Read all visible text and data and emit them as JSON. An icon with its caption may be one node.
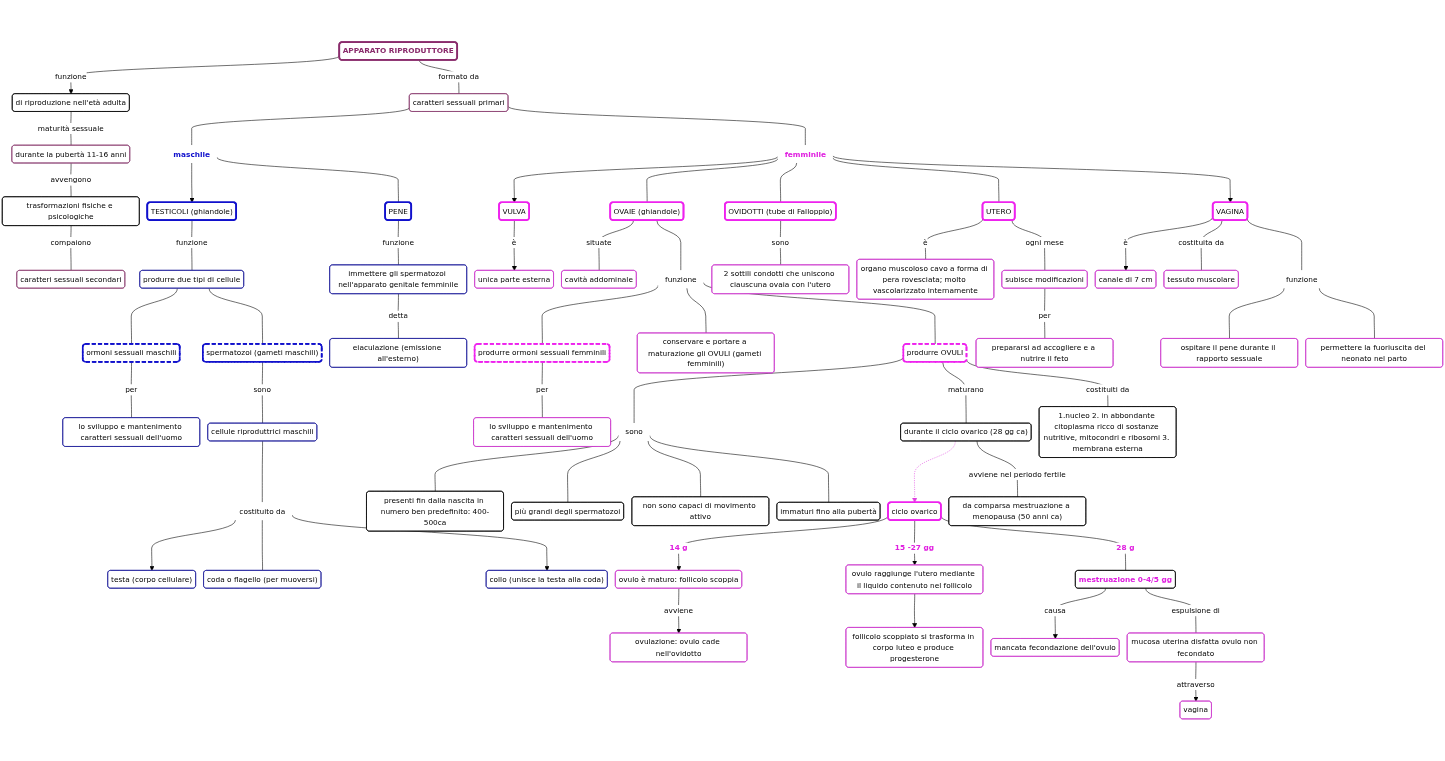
{
  "diagram": {
    "nodes": [
      {
        "text": [
          "APPARATO RIPRODUTTORE"
        ]
      },
      {
        "text": [
          "di riproduzione nell'età adulta"
        ]
      },
      {
        "text": [
          "durante la pubertà 11-16 anni"
        ]
      },
      {
        "text": [
          "trasformazioni fisiche e psicologiche"
        ]
      },
      {
        "text": [
          "caratteri sessuali secondari"
        ]
      },
      {
        "text": [
          "caratteri sessuali primari"
        ]
      },
      {
        "text": [
          "femminile"
        ]
      },
      {
        "text": [
          "VULVA"
        ]
      },
      {
        "text": [
          "unica parte esterna"
        ]
      },
      {
        "text": [
          "maschile"
        ]
      },
      {
        "text": [
          "TESTICOLI (ghiandole)"
        ]
      },
      {
        "text": [
          "PENE"
        ]
      },
      {
        "text": [
          "OVAIE (ghiandole)"
        ]
      },
      {
        "text": [
          "OVIDOTTI (tube di Falloppio)"
        ]
      },
      {
        "text": [
          "VAGINA"
        ]
      },
      {
        "text": [
          "canale di 7 cm"
        ]
      },
      {
        "text": [
          "UTERO"
        ]
      },
      {
        "text": [
          "tessuto muscolare"
        ]
      },
      {
        "text": [
          "funzione"
        ]
      },
      {
        "text": [
          "cavità addominale"
        ]
      },
      {
        "text": [
          "2 sottili condotti che uniscono ciauscuna ovaia con l'utero"
        ]
      },
      {
        "text": [
          "subisce modificazioni"
        ]
      },
      {
        "text": [
          "ospitare il pene durante il rapporto sessuale"
        ]
      },
      {
        "text": [
          "immettere gli spermatozoi nell'apparato genitale femminile"
        ]
      },
      {
        "text": [
          "funzione"
        ]
      },
      {
        "text": [
          "organo muscoloso cavo a forma di pera rovesciata; molto vascolarizzato internamente"
        ]
      },
      {
        "text": [
          "permettere la fuoriuscita del neonato nel parto"
        ]
      },
      {
        "text": [
          "produrre due tipi di cellule"
        ]
      },
      {
        "text": [
          "eiaculazione (emissione all'esterno)"
        ]
      },
      {
        "text": [
          "produrre ormoni sessuali femminili"
        ]
      },
      {
        "text": [
          "produrre OVULI"
        ]
      },
      {
        "text": [
          "conservare e portare a maturazione gli OVULI (gameti femminili)"
        ]
      },
      {
        "text": [
          "prepararsi ad accogliere e a nutrire il feto"
        ]
      },
      {
        "text": [
          "ormoni sessuali maschili"
        ]
      },
      {
        "text": [
          "spermatozoi (gameti maschili)"
        ]
      },
      {
        "text": [
          "lo sviluppo e mantenimento caratteri sessuali dell'uomo"
        ]
      },
      {
        "text": [
          "cellule riproduttrici maschili"
        ]
      },
      {
        "text": [
          "lo sviluppo e mantenimento caratteri sessuali dell'uomo"
        ]
      },
      {
        "text": [
          "sono"
        ]
      },
      {
        "text": [
          "costituito da"
        ]
      },
      {
        "text": [
          "testa (corpo cellulare)"
        ]
      },
      {
        "text": [
          "coda o flagello (per muoversi)"
        ]
      },
      {
        "text": [
          "collo (unisce la testa alla coda)"
        ]
      },
      {
        "text": [
          "presenti fin dalla nascita in numero ben predefinito: 400-500ca"
        ]
      },
      {
        "text": [
          "durante il ciclo ovarico (28 gg ca)"
        ]
      },
      {
        "text": [
          "1.nucleo 2. in abbondante citoplasma ricco di sostanze nutritive, mitocondri e ribosomi 3. membrana esterna"
        ]
      },
      {
        "text": [
          "ciclo ovarico"
        ]
      },
      {
        "text": [
          "ovulo è maturo: follicolo scoppia"
        ]
      },
      {
        "text": [
          "ovulazione: ovulo cade nell'ovidotto"
        ]
      },
      {
        "text": [
          "più grandi degli spermatozoi"
        ]
      },
      {
        "text": [
          "ovulo raggiunge l'utero mediante il liquido contenuto nel follicolo"
        ]
      },
      {
        "text": [
          "mestruazione 0-4/5 gg"
        ]
      },
      {
        "text": [
          "immaturi fino alla pubertà"
        ]
      },
      {
        "text": [
          "non sono capaci di movimento attivo"
        ]
      },
      {
        "text": [
          "follicolo scoppiato si trasforma in corpo luteo e produce progesterone"
        ]
      },
      {
        "text": [
          "da comparsa mestruazione a menopausa (50 anni ca)"
        ]
      },
      {
        "text": [
          "mancata fecondazione dell'ovulo"
        ]
      },
      {
        "text": [
          "mucosa uterina disfatta ovulo non fecondato"
        ]
      },
      {
        "text": [
          "vagina"
        ]
      }
    ],
    "edges": [
      {
        "from": 0,
        "to": 1,
        "arrow": "to",
        "label": "funzione"
      },
      {
        "from": 1,
        "to": 2,
        "arrow": "none",
        "label": "maturità sessuale"
      },
      {
        "from": 2,
        "to": 3,
        "arrow": "none",
        "label": "avvengono"
      },
      {
        "from": 3,
        "to": 4,
        "arrow": "none",
        "label": "compaiono"
      },
      {
        "from": 0,
        "to": 5,
        "arrow": "none",
        "label": "formato da"
      },
      {
        "from": 5,
        "to": 9,
        "arrow": "none"
      },
      {
        "from": 5,
        "to": 6,
        "arrow": "none"
      },
      {
        "from": 6,
        "to": 7,
        "arrow": "to"
      },
      {
        "from": 6,
        "to": 12,
        "arrow": "none"
      },
      {
        "from": 6,
        "to": 13,
        "arrow": "none"
      },
      {
        "from": 6,
        "to": 16,
        "arrow": "none"
      },
      {
        "from": 6,
        "to": 14,
        "arrow": "to"
      },
      {
        "from": 7,
        "to": 8,
        "arrow": "to",
        "label": "è"
      },
      {
        "from": 9,
        "to": 10,
        "arrow": "to"
      },
      {
        "from": 9,
        "to": 11,
        "arrow": "none"
      },
      {
        "from": 14,
        "to": 15,
        "arrow": "to",
        "label": "è"
      },
      {
        "from": 14,
        "to": 17,
        "arrow": "none",
        "label": "costituita da"
      },
      {
        "from": 14,
        "to": 18,
        "arrow": "none"
      },
      {
        "from": 18,
        "to": 22,
        "arrow": "none"
      },
      {
        "from": 18,
        "to": 26,
        "arrow": "none"
      },
      {
        "from": 12,
        "to": 19,
        "arrow": "none",
        "label": "situate"
      },
      {
        "from": 12,
        "to": 24,
        "arrow": "none"
      },
      {
        "from": 13,
        "to": 20,
        "arrow": "none",
        "label": "sono"
      },
      {
        "from": 16,
        "to": 25,
        "arrow": "none",
        "label": "è"
      },
      {
        "from": 16,
        "to": 21,
        "arrow": "none",
        "label": "ogni mese"
      },
      {
        "from": 21,
        "to": 32,
        "arrow": "none",
        "label": "per"
      },
      {
        "from": 10,
        "to": 27,
        "arrow": "none",
        "label": "funzione"
      },
      {
        "from": 11,
        "to": 23,
        "arrow": "none",
        "label": "funzione"
      },
      {
        "from": 23,
        "to": 28,
        "arrow": "none",
        "label": "detta"
      },
      {
        "from": 27,
        "to": 33,
        "arrow": "none"
      },
      {
        "from": 27,
        "to": 34,
        "arrow": "none"
      },
      {
        "from": 33,
        "to": 35,
        "arrow": "none",
        "label": "per"
      },
      {
        "from": 34,
        "to": 36,
        "arrow": "none",
        "label": "sono"
      },
      {
        "from": 36,
        "to": 39,
        "arrow": "none"
      },
      {
        "from": 39,
        "to": 40,
        "arrow": "to"
      },
      {
        "from": 39,
        "to": 41,
        "arrow": "none"
      },
      {
        "from": 39,
        "to": 42,
        "arrow": "to"
      },
      {
        "from": 24,
        "to": 29,
        "arrow": "none"
      },
      {
        "from": 24,
        "to": 31,
        "arrow": "none"
      },
      {
        "from": 24,
        "to": 30,
        "arrow": "none"
      },
      {
        "from": 29,
        "to": 37,
        "arrow": "none",
        "label": "per"
      },
      {
        "from": 30,
        "to": 38,
        "arrow": "none"
      },
      {
        "from": 38,
        "to": 43,
        "arrow": "none"
      },
      {
        "from": 38,
        "to": 49,
        "arrow": "none"
      },
      {
        "from": 38,
        "to": 53,
        "arrow": "none"
      },
      {
        "from": 38,
        "to": 52,
        "arrow": "none"
      },
      {
        "from": 30,
        "to": 44,
        "arrow": "none",
        "label": "maturano"
      },
      {
        "from": 30,
        "to": 45,
        "arrow": "none",
        "label": "costituiti da"
      },
      {
        "from": 44,
        "to": 46,
        "arrow": "to",
        "style": "dashed",
        "color": "#e040e0"
      },
      {
        "from": 44,
        "to": 55,
        "arrow": "none",
        "label": "avviene nel periodo fertile"
      },
      {
        "from": 46,
        "to": 47,
        "arrow": "to",
        "label": "14 g"
      },
      {
        "from": 47,
        "to": 48,
        "arrow": "to",
        "label": "avviene"
      },
      {
        "from": 46,
        "to": 50,
        "arrow": "to",
        "label": "15 -27 gg"
      },
      {
        "from": 50,
        "to": 54,
        "arrow": "to"
      },
      {
        "from": 46,
        "to": 51,
        "arrow": "none",
        "label": "28 g"
      },
      {
        "from": 51,
        "to": 56,
        "arrow": "to",
        "label": "causa"
      },
      {
        "from": 51,
        "to": 57,
        "arrow": "none",
        "label": "espulsione di"
      },
      {
        "from": 57,
        "to": 58,
        "arrow": "to",
        "label": "attraverso"
      }
    ]
  }
}
